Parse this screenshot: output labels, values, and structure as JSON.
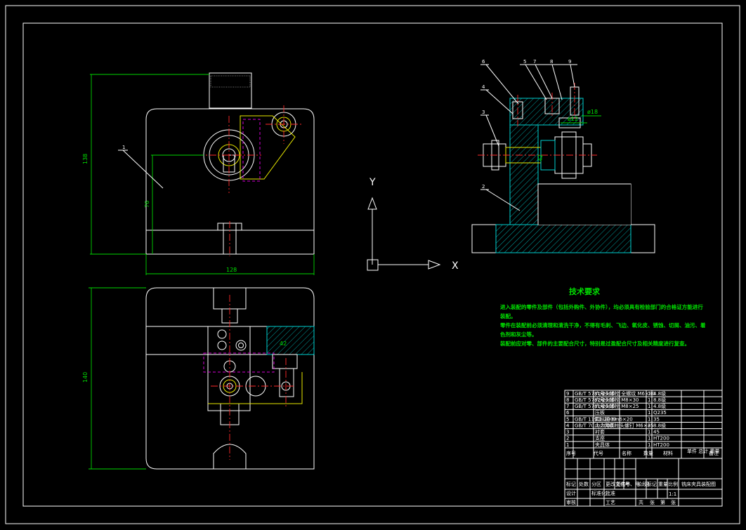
{
  "dimensions": {
    "front_height": "138",
    "front_mid": "76",
    "front_width": "128",
    "top_height": "140",
    "side_dim_1": "ø18",
    "side_dim_2": "ø12",
    "side_dim_3": "42"
  },
  "part_callouts": {
    "front": [
      "1"
    ],
    "side_left": [
      "6",
      "4",
      "3",
      "2"
    ],
    "side_top": [
      "5",
      "7",
      "8",
      "9"
    ]
  },
  "axes": {
    "y": "Y",
    "x": "X"
  },
  "tech_requirements": {
    "title": "技术要求",
    "lines": [
      "进入装配的零件及部件（包括外购件、外协件），均必须具有检验部门的合格证方能进行",
      "装配。",
      "零件在装配前必须清理和清洗干净，不得有毛刺、飞边、氧化皮、锈蚀、切屑、油污、着",
      "色剂和灰尘等。",
      "装配前应对零、部件的主要配合尺寸，特别是过盈配合尺寸及相关精度进行复查。"
    ]
  },
  "bom": {
    "header": [
      "序号",
      "代号",
      "名称",
      "数量",
      "材料",
      "单件 总计 重量",
      "备注"
    ],
    "rows": [
      {
        "no": "9",
        "code": "GB/T 5781-2000",
        "name": "六角头螺栓 全螺纹 M6×30",
        "qty": "1",
        "mat": "4.8级"
      },
      {
        "no": "8",
        "code": "GB/T 5782-2000",
        "name": "六角头螺栓 M8×30",
        "qty": "1",
        "mat": "8.8级"
      },
      {
        "no": "7",
        "code": "GB/T 5781-2000",
        "name": "六角头螺栓 M8×25",
        "qty": "1",
        "mat": "4.8级"
      },
      {
        "no": "6",
        "code": "",
        "name": "压板",
        "qty": "1",
        "mat": "Q235"
      },
      {
        "no": "5",
        "code": "GB/T 119.1-2000",
        "name": "圆柱销 6m6×20",
        "qty": "1",
        "mat": "35"
      },
      {
        "no": "4",
        "code": "GB/T 70.1-2008",
        "name": "内六角圆柱头螺钉 M6×25",
        "qty": "4",
        "mat": "8.8级"
      },
      {
        "no": "3",
        "code": "",
        "name": "衬套",
        "qty": "1",
        "mat": "45"
      },
      {
        "no": "2",
        "code": "",
        "name": "支座",
        "qty": "1",
        "mat": "HT200"
      },
      {
        "no": "1",
        "code": "",
        "name": "夹具体",
        "qty": "1",
        "mat": "HT200"
      }
    ]
  },
  "title_block": {
    "drawing_name": "铣床夹具装配图",
    "labels": [
      "标记",
      "处数",
      "分区",
      "更改文件号",
      "签名",
      "年、月、日",
      "设计",
      "标准化",
      "阶段标记",
      "重量",
      "比例",
      "审核",
      "工艺",
      "批准",
      "共",
      "张",
      "第",
      "张"
    ],
    "scale": "1:1"
  },
  "colors": {
    "background": "#000000",
    "outline": "#ffffff",
    "dimension": "#00d600",
    "centerline": "#ff2a2a",
    "hidden": "#d400d4",
    "section": "#00cfcf",
    "highlight": "#e8e800"
  }
}
